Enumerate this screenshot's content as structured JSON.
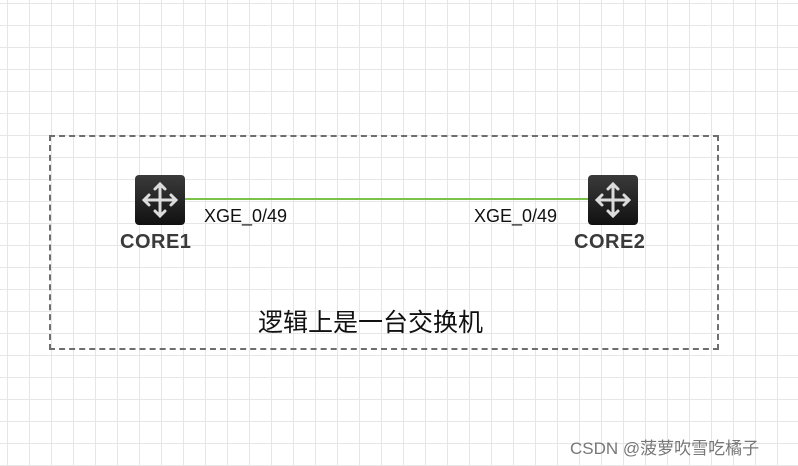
{
  "devices": [
    {
      "label": "CORE1",
      "icon": "l3-switch-icon"
    },
    {
      "label": "CORE2",
      "icon": "l3-switch-icon"
    }
  ],
  "link": {
    "color": "#7cc24a",
    "port_a": "XGE_0/49",
    "port_b": "XGE_0/49"
  },
  "group": {
    "caption": "逻辑上是一台交换机"
  },
  "watermark": "CSDN @菠萝吹雪吃橘子"
}
